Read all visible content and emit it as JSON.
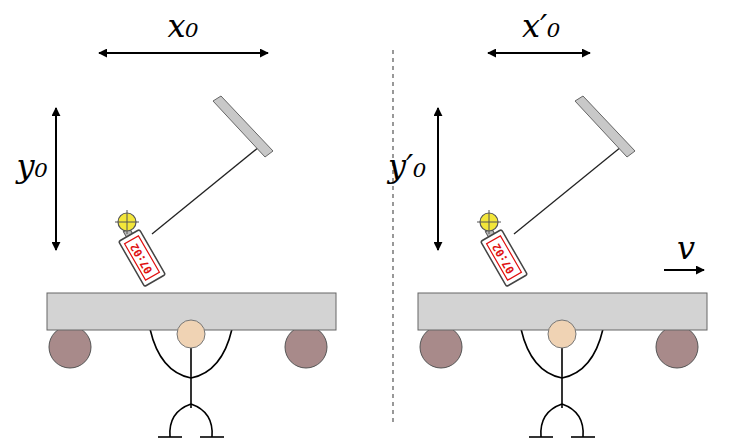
{
  "diagram": {
    "labels": [
      "x₀",
      "y₀",
      "07:02",
      "x′₀",
      "y′₀",
      "07:02",
      "v"
    ]
  }
}
